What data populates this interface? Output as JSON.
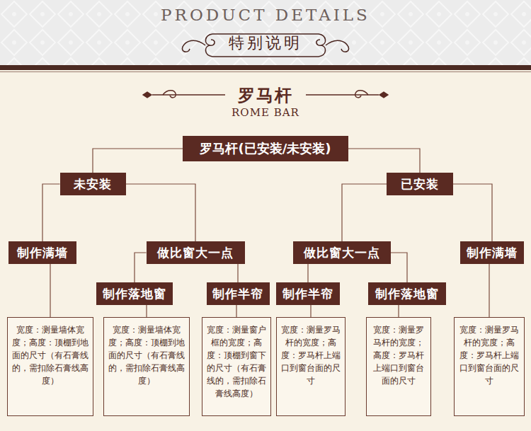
{
  "diagram": {
    "title": "PRODUCT DETAILS",
    "nodes": [
      {
        "text": [
          "罗马杆(已安装/未安装)"
        ]
      },
      {
        "text": [
          "未安装"
        ]
      },
      {
        "text": [
          "已安装"
        ]
      },
      {
        "text": [
          "制作满墙"
        ]
      },
      {
        "text": [
          "做比窗大一点"
        ]
      },
      {
        "text": [
          "做比窗大一点"
        ]
      },
      {
        "text": [
          "制作满墙"
        ]
      },
      {
        "text": [
          "制作落地窗"
        ]
      },
      {
        "text": [
          "制作半帘"
        ]
      },
      {
        "text": [
          "制作半帘"
        ]
      },
      {
        "text": [
          "制作落地窗"
        ]
      },
      {
        "text": [
          "宽度：测量墙体宽度；高度：顶棚到地面的尺寸（有石膏线的，需扣除石膏线高度）"
        ]
      },
      {
        "text": [
          "宽度：测量墙体宽度；高度：顶棚到地面的尺寸（有石膏线的，需扣除石膏线高度）"
        ]
      },
      {
        "text": [
          "宽度：测量窗户框的宽度；高度：顶棚到窗下的尺寸（有石膏线的，需扣除石膏线高度）"
        ]
      },
      {
        "text": [
          "宽度：测量罗马杆的宽度；高度：罗马杆上端口到窗台面的尺寸"
        ]
      },
      {
        "text": [
          "宽度：测量罗马杆的宽度；高度：罗马杆上端口到窗台面的尺寸"
        ]
      },
      {
        "text": [
          "宽度：测量罗马杆的宽度；高度：罗马杆上端口到窗台面的尺寸"
        ]
      }
    ],
    "edges": [
      {
        "from": 0,
        "to": 1,
        "arrow": "none"
      },
      {
        "from": 0,
        "to": 2,
        "arrow": "none"
      },
      {
        "from": 1,
        "to": 3,
        "arrow": "none"
      },
      {
        "from": 1,
        "to": 4,
        "arrow": "none"
      },
      {
        "from": 2,
        "to": 5,
        "arrow": "none"
      },
      {
        "from": 2,
        "to": 6,
        "arrow": "none"
      },
      {
        "from": 4,
        "to": 7,
        "arrow": "none"
      },
      {
        "from": 4,
        "to": 8,
        "arrow": "none"
      },
      {
        "from": 5,
        "to": 9,
        "arrow": "none"
      },
      {
        "from": 5,
        "to": 10,
        "arrow": "none"
      },
      {
        "from": 3,
        "to": 11,
        "arrow": "none"
      },
      {
        "from": 7,
        "to": 12,
        "arrow": "none"
      },
      {
        "from": 8,
        "to": 13,
        "arrow": "none"
      },
      {
        "from": 9,
        "to": 14,
        "arrow": "none"
      },
      {
        "from": 10,
        "to": 15,
        "arrow": "none"
      },
      {
        "from": 6,
        "to": 16,
        "arrow": "none"
      }
    ],
    "labels": [
      "特别说明",
      "罗马杆",
      "ROME BAR"
    ]
  }
}
